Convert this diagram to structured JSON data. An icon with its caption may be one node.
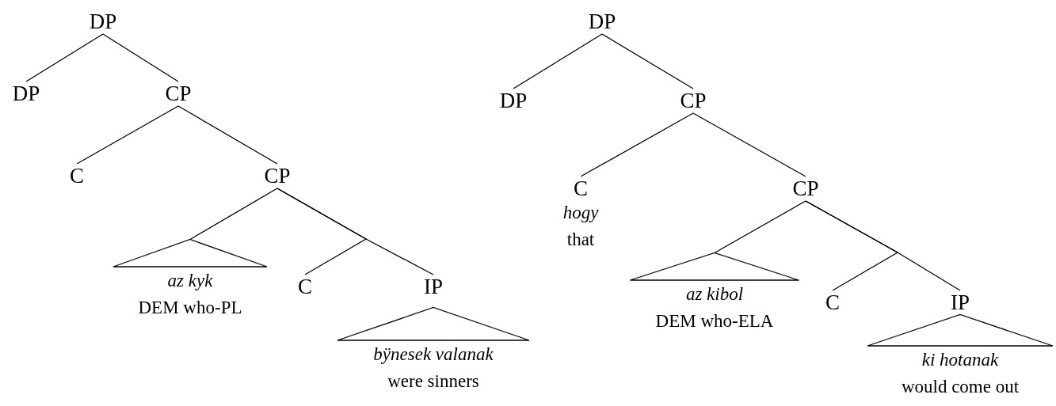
{
  "diagram": {
    "nodes": [
      {
        "text": [
          "DP"
        ]
      },
      {
        "text": [
          "DP"
        ]
      },
      {
        "text": [
          "CP"
        ]
      },
      {
        "text": [
          "C"
        ]
      },
      {
        "text": [
          "CP"
        ]
      },
      {
        "text": [
          "az kyk",
          "DEM who-PL"
        ]
      },
      {
        "text": [
          "C"
        ]
      },
      {
        "text": [
          "IP"
        ]
      },
      {
        "text": [
          "bÿnesek valanak",
          "were sinners"
        ]
      },
      {
        "text": [
          "DP"
        ]
      },
      {
        "text": [
          "DP"
        ]
      },
      {
        "text": [
          "CP"
        ]
      },
      {
        "text": [
          "C",
          "hogy",
          "that"
        ]
      },
      {
        "text": [
          "CP"
        ]
      },
      {
        "text": [
          "az kibol",
          "DEM who-ELA"
        ]
      },
      {
        "text": [
          "C"
        ]
      },
      {
        "text": [
          "IP"
        ]
      },
      {
        "text": [
          "ki hotanak",
          "would come out"
        ]
      }
    ],
    "edges": [
      {
        "from": 0,
        "to": 1,
        "arrow": "none"
      },
      {
        "from": 0,
        "to": 2,
        "arrow": "none"
      },
      {
        "from": 2,
        "to": 3,
        "arrow": "none"
      },
      {
        "from": 2,
        "to": 4,
        "arrow": "none"
      },
      {
        "from": 4,
        "to": 5,
        "arrow": "none"
      },
      {
        "from": 4,
        "to": 6,
        "arrow": "none"
      },
      {
        "from": 4,
        "to": 7,
        "arrow": "none"
      },
      {
        "from": 9,
        "to": 10,
        "arrow": "none"
      },
      {
        "from": 9,
        "to": 11,
        "arrow": "none"
      },
      {
        "from": 11,
        "to": 12,
        "arrow": "none"
      },
      {
        "from": 11,
        "to": 13,
        "arrow": "none"
      },
      {
        "from": 13,
        "to": 14,
        "arrow": "none"
      },
      {
        "from": 13,
        "to": 15,
        "arrow": "none"
      },
      {
        "from": 13,
        "to": 16,
        "arrow": "none"
      }
    ]
  }
}
